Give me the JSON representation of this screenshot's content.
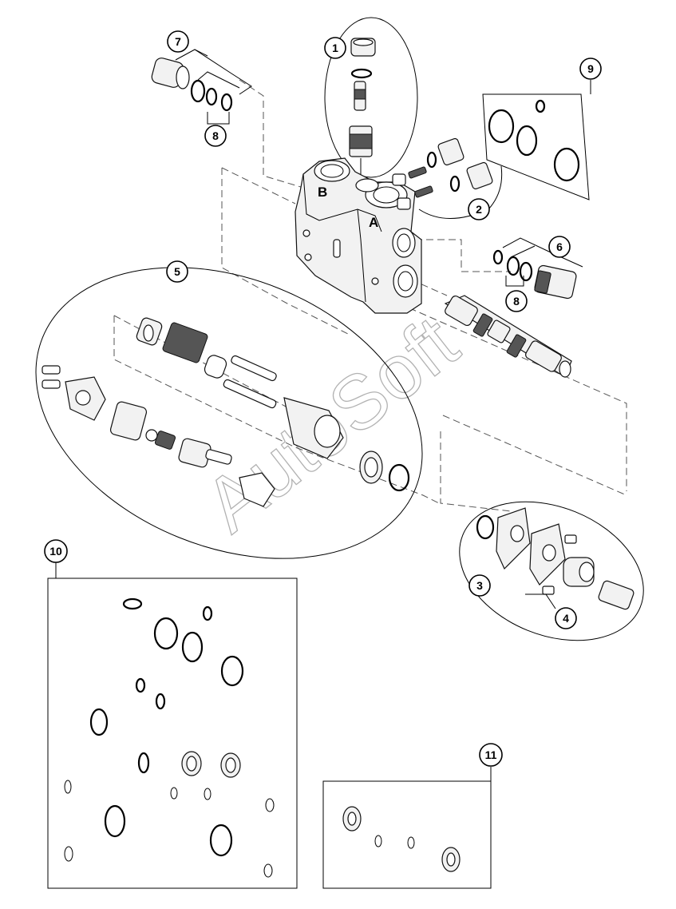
{
  "callouts": [
    {
      "id": "c1",
      "label": "1"
    },
    {
      "id": "c2",
      "label": "2"
    },
    {
      "id": "c3",
      "label": "3"
    },
    {
      "id": "c4",
      "label": "4"
    },
    {
      "id": "c5",
      "label": "5"
    },
    {
      "id": "c6",
      "label": "6"
    },
    {
      "id": "c7",
      "label": "7"
    },
    {
      "id": "c8a",
      "label": "8"
    },
    {
      "id": "c8b",
      "label": "8"
    },
    {
      "id": "c9",
      "label": "9"
    },
    {
      "id": "c10",
      "label": "10"
    },
    {
      "id": "c11",
      "label": "11"
    }
  ],
  "ports": {
    "a": "A",
    "b": "B"
  },
  "watermark": "AutoSoft"
}
